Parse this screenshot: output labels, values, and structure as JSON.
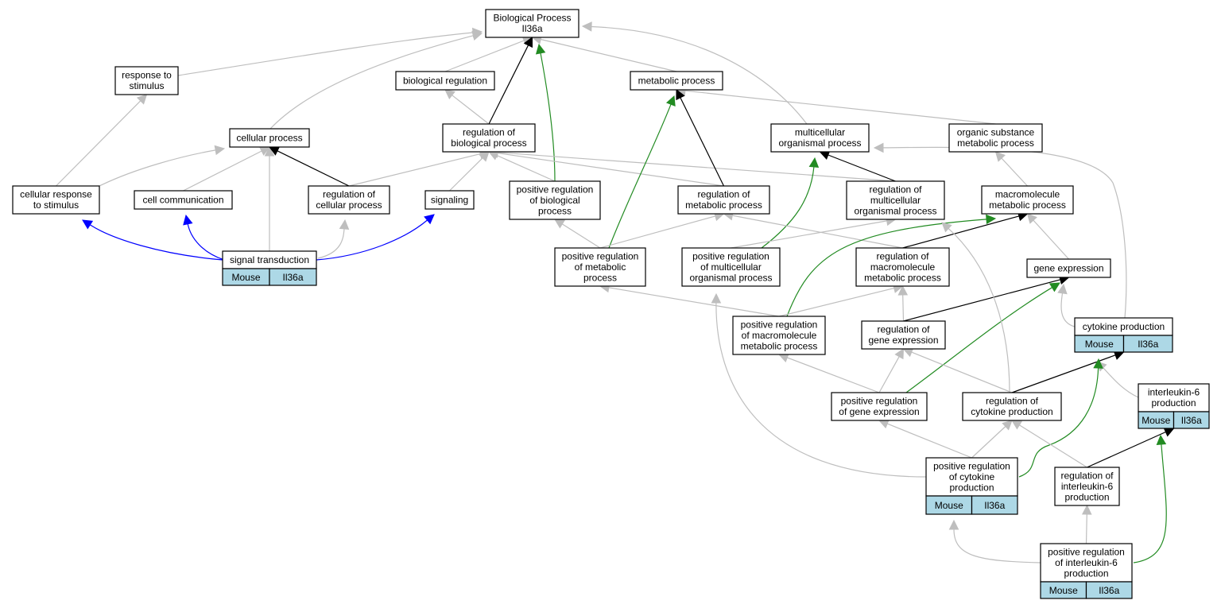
{
  "colors": {
    "is_a": "#bebebe",
    "regulates": "#000000",
    "positively_regulates": "#228b22",
    "part_of": "#0000ff",
    "annotation_fill": "#add8e6",
    "node_fill": "#ffffff",
    "node_stroke": "#000000"
  },
  "nodes": [
    {
      "id": "bp",
      "lines": [
        "Biological Process",
        "Il36a"
      ]
    },
    {
      "id": "response_stimulus",
      "lines": [
        "response to",
        "stimulus"
      ]
    },
    {
      "id": "bio_reg",
      "lines": [
        "biological regulation"
      ]
    },
    {
      "id": "metabolic",
      "lines": [
        "metabolic process"
      ]
    },
    {
      "id": "cellular_process",
      "lines": [
        "cellular process"
      ]
    },
    {
      "id": "reg_bio",
      "lines": [
        "regulation of",
        "biological process"
      ]
    },
    {
      "id": "multicell",
      "lines": [
        "multicellular",
        "organismal process"
      ]
    },
    {
      "id": "organic_sub",
      "lines": [
        "organic substance",
        "metabolic process"
      ]
    },
    {
      "id": "cell_resp",
      "lines": [
        "cellular response",
        "to stimulus"
      ]
    },
    {
      "id": "cell_comm",
      "lines": [
        "cell communication"
      ]
    },
    {
      "id": "reg_cellular",
      "lines": [
        "regulation of",
        "cellular process"
      ]
    },
    {
      "id": "signaling",
      "lines": [
        "signaling"
      ]
    },
    {
      "id": "pos_reg_bio",
      "lines": [
        "positive regulation",
        "of biological",
        "process"
      ]
    },
    {
      "id": "reg_metabolic",
      "lines": [
        "regulation of",
        "metabolic process"
      ]
    },
    {
      "id": "reg_multicell",
      "lines": [
        "regulation of",
        "multicellular",
        "organismal process"
      ]
    },
    {
      "id": "macromolecule",
      "lines": [
        "macromolecule",
        "metabolic process"
      ]
    },
    {
      "id": "signal_trans",
      "lines": [
        "signal transduction"
      ],
      "annotation": [
        "Mouse",
        "Il36a"
      ]
    },
    {
      "id": "pos_reg_metabolic",
      "lines": [
        "positive regulation",
        "of metabolic",
        "process"
      ]
    },
    {
      "id": "pos_reg_multicell",
      "lines": [
        "positive regulation",
        "of multicellular",
        "organismal process"
      ]
    },
    {
      "id": "reg_macro",
      "lines": [
        "regulation of",
        "macromolecule",
        "metabolic process"
      ]
    },
    {
      "id": "gene_expr",
      "lines": [
        "gene expression"
      ]
    },
    {
      "id": "pos_reg_macro",
      "lines": [
        "positive regulation",
        "of macromolecule",
        "metabolic process"
      ]
    },
    {
      "id": "reg_gene_expr",
      "lines": [
        "regulation of",
        "gene expression"
      ]
    },
    {
      "id": "cytokine_prod",
      "lines": [
        "cytokine production"
      ],
      "annotation": [
        "Mouse",
        "Il36a"
      ]
    },
    {
      "id": "il6_prod",
      "lines": [
        "interleukin-6",
        "production"
      ],
      "annotation": [
        "Mouse",
        "Il36a"
      ]
    },
    {
      "id": "pos_reg_gene_expr",
      "lines": [
        "positive regulation",
        "of gene expression"
      ]
    },
    {
      "id": "reg_cytokine",
      "lines": [
        "regulation of",
        "cytokine production"
      ]
    },
    {
      "id": "pos_reg_cytokine",
      "lines": [
        "positive regulation",
        "of cytokine",
        "production"
      ],
      "annotation": [
        "Mouse",
        "Il36a"
      ]
    },
    {
      "id": "reg_il6",
      "lines": [
        "regulation of",
        "interleukin-6",
        "production"
      ]
    },
    {
      "id": "pos_reg_il6",
      "lines": [
        "positive regulation",
        "of interleukin-6",
        "production"
      ],
      "annotation": [
        "Mouse",
        "Il36a"
      ]
    }
  ],
  "edges": [
    {
      "from": "response_stimulus",
      "to": "bp",
      "type": "is_a"
    },
    {
      "from": "bio_reg",
      "to": "bp",
      "type": "is_a"
    },
    {
      "from": "metabolic",
      "to": "bp",
      "type": "is_a"
    },
    {
      "from": "cellular_process",
      "to": "bp",
      "type": "is_a"
    },
    {
      "from": "multicell",
      "to": "bp",
      "type": "is_a"
    },
    {
      "from": "reg_bio",
      "to": "bp",
      "type": "regulates"
    },
    {
      "from": "pos_reg_bio",
      "to": "bp",
      "type": "positively_regulates"
    },
    {
      "from": "reg_bio",
      "to": "bio_reg",
      "type": "is_a"
    },
    {
      "from": "cell_resp",
      "to": "response_stimulus",
      "type": "is_a"
    },
    {
      "from": "cell_resp",
      "to": "cellular_process",
      "type": "is_a"
    },
    {
      "from": "cell_comm",
      "to": "cellular_process",
      "type": "is_a"
    },
    {
      "from": "signal_trans",
      "to": "cellular_process",
      "type": "is_a"
    },
    {
      "from": "reg_cellular",
      "to": "cellular_process",
      "type": "regulates"
    },
    {
      "from": "reg_cellular",
      "to": "reg_bio",
      "type": "is_a"
    },
    {
      "from": "signaling",
      "to": "reg_bio",
      "type": "is_a"
    },
    {
      "from": "pos_reg_bio",
      "to": "reg_bio",
      "type": "is_a"
    },
    {
      "from": "reg_metabolic",
      "to": "reg_bio",
      "type": "is_a"
    },
    {
      "from": "reg_multicell",
      "to": "reg_bio",
      "type": "is_a"
    },
    {
      "from": "signal_trans",
      "to": "cell_resp",
      "type": "part_of"
    },
    {
      "from": "signal_trans",
      "to": "cell_comm",
      "type": "part_of"
    },
    {
      "from": "signal_trans",
      "to": "signaling",
      "type": "part_of"
    },
    {
      "from": "signal_trans",
      "to": "reg_cellular",
      "type": "is_a"
    },
    {
      "from": "organic_sub",
      "to": "metabolic",
      "type": "is_a"
    },
    {
      "from": "reg_metabolic",
      "to": "metabolic",
      "type": "regulates"
    },
    {
      "from": "pos_reg_metabolic",
      "to": "metabolic",
      "type": "positively_regulates"
    },
    {
      "from": "reg_multicell",
      "to": "multicell",
      "type": "regulates"
    },
    {
      "from": "pos_reg_multicell",
      "to": "multicell",
      "type": "positively_regulates"
    },
    {
      "from": "cytokine_prod",
      "to": "multicell",
      "type": "is_a"
    },
    {
      "from": "macromolecule",
      "to": "organic_sub",
      "type": "is_a"
    },
    {
      "from": "pos_reg_metabolic",
      "to": "pos_reg_bio",
      "type": "is_a"
    },
    {
      "from": "pos_reg_metabolic",
      "to": "reg_metabolic",
      "type": "is_a"
    },
    {
      "from": "pos_reg_multicell",
      "to": "reg_multicell",
      "type": "is_a"
    },
    {
      "from": "reg_macro",
      "to": "reg_metabolic",
      "type": "is_a"
    },
    {
      "from": "reg_macro",
      "to": "macromolecule",
      "type": "regulates"
    },
    {
      "from": "pos_reg_macro",
      "to": "macromolecule",
      "type": "positively_regulates"
    },
    {
      "from": "gene_expr",
      "to": "macromolecule",
      "type": "is_a"
    },
    {
      "from": "pos_reg_macro",
      "to": "pos_reg_metabolic",
      "type": "is_a"
    },
    {
      "from": "pos_reg_macro",
      "to": "reg_macro",
      "type": "is_a"
    },
    {
      "from": "reg_gene_expr",
      "to": "reg_macro",
      "type": "is_a"
    },
    {
      "from": "reg_gene_expr",
      "to": "gene_expr",
      "type": "regulates"
    },
    {
      "from": "cytokine_prod",
      "to": "gene_expr",
      "type": "is_a"
    },
    {
      "from": "pos_reg_gene_expr",
      "to": "gene_expr",
      "type": "positively_regulates"
    },
    {
      "from": "pos_reg_gene_expr",
      "to": "pos_reg_macro",
      "type": "is_a"
    },
    {
      "from": "pos_reg_gene_expr",
      "to": "reg_gene_expr",
      "type": "is_a"
    },
    {
      "from": "reg_cytokine",
      "to": "reg_gene_expr",
      "type": "is_a"
    },
    {
      "from": "reg_cytokine",
      "to": "reg_multicell",
      "type": "is_a"
    },
    {
      "from": "reg_cytokine",
      "to": "cytokine_prod",
      "type": "regulates"
    },
    {
      "from": "il6_prod",
      "to": "cytokine_prod",
      "type": "is_a"
    },
    {
      "from": "pos_reg_cytokine",
      "to": "pos_reg_gene_expr",
      "type": "is_a"
    },
    {
      "from": "pos_reg_cytokine",
      "to": "reg_cytokine",
      "type": "is_a"
    },
    {
      "from": "pos_reg_cytokine",
      "to": "pos_reg_multicell",
      "type": "is_a"
    },
    {
      "from": "pos_reg_cytokine",
      "to": "cytokine_prod",
      "type": "positively_regulates"
    },
    {
      "from": "reg_il6",
      "to": "reg_cytokine",
      "type": "is_a"
    },
    {
      "from": "reg_il6",
      "to": "il6_prod",
      "type": "regulates"
    },
    {
      "from": "pos_reg_il6",
      "to": "pos_reg_cytokine",
      "type": "is_a"
    },
    {
      "from": "pos_reg_il6",
      "to": "reg_il6",
      "type": "is_a"
    },
    {
      "from": "pos_reg_il6",
      "to": "il6_prod",
      "type": "positively_regulates"
    }
  ]
}
